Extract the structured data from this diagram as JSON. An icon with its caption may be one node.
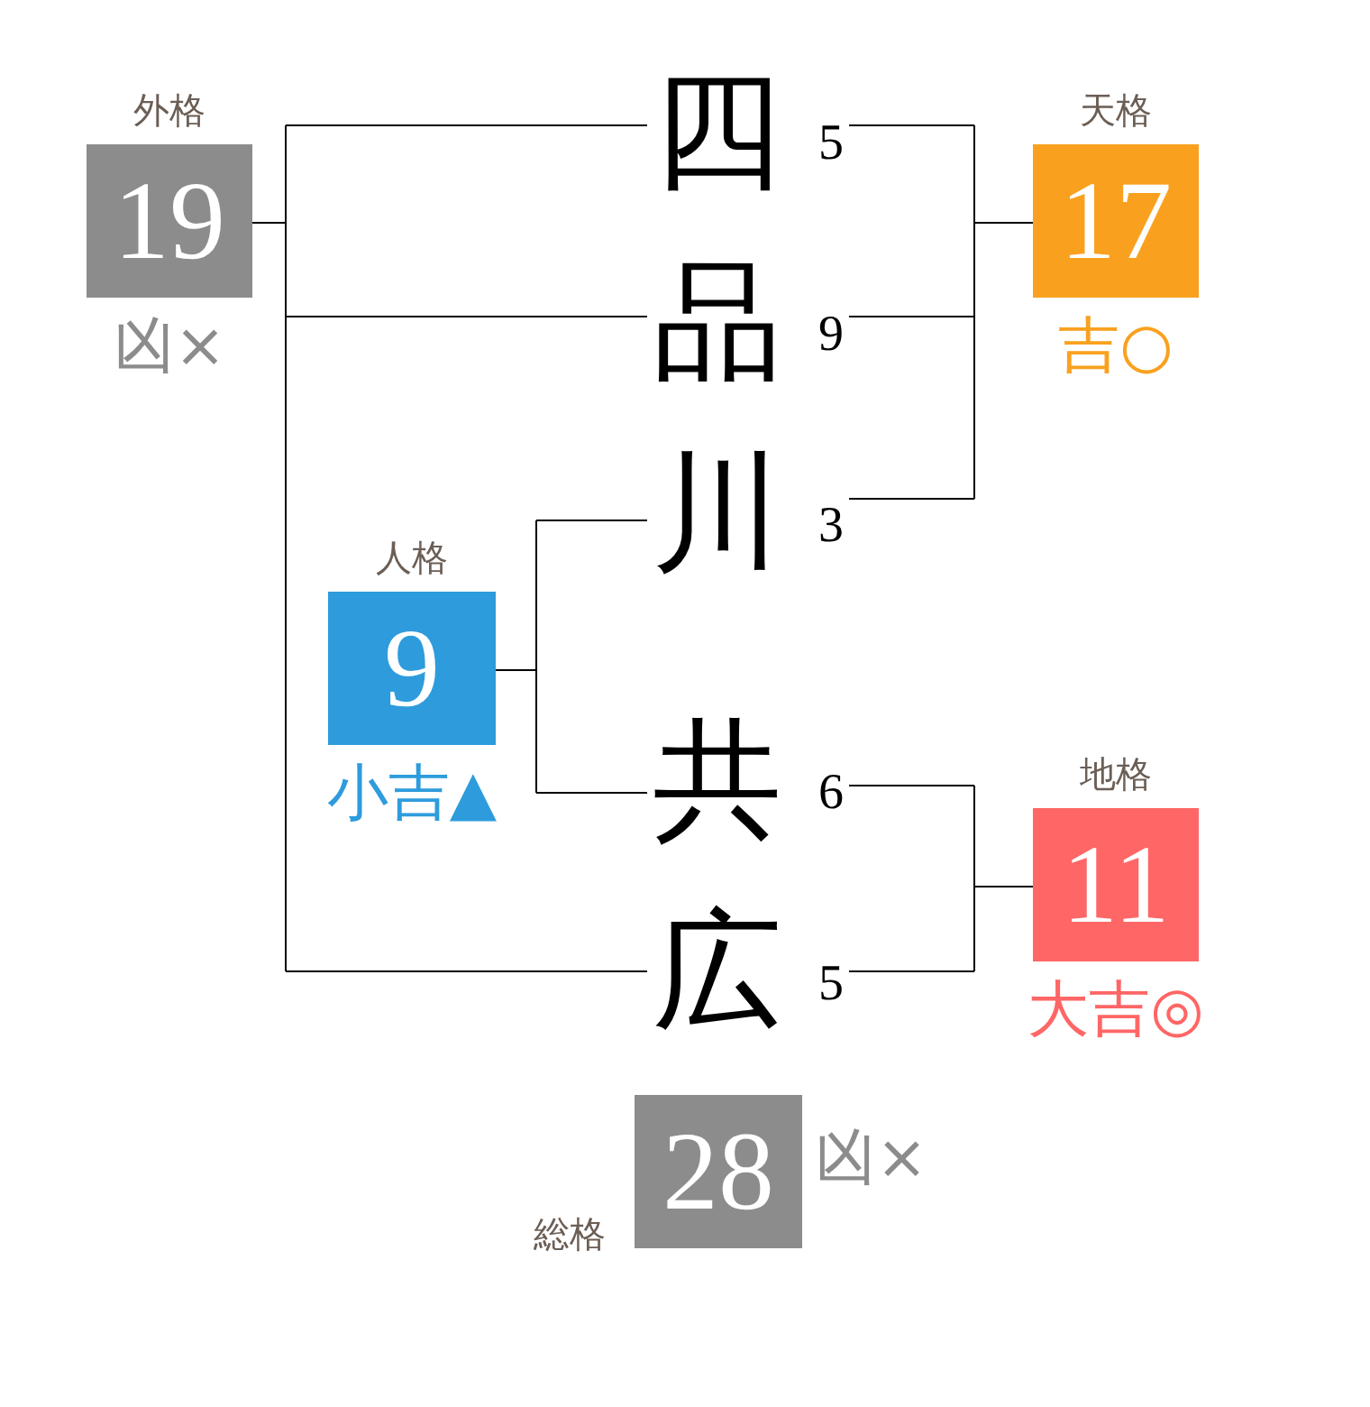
{
  "diagram": {
    "nodes": [
      {
        "text": [
          "外格",
          "19"
        ],
        "beside": [
          "凶×"
        ]
      },
      {
        "text": [
          "四"
        ],
        "beside": [
          "5"
        ]
      },
      {
        "text": [
          "天格",
          "17"
        ],
        "beside": [
          "吉○"
        ]
      },
      {
        "text": [
          "品"
        ],
        "beside": [
          "9"
        ]
      },
      {
        "text": [
          "川"
        ],
        "beside": [
          "3"
        ]
      },
      {
        "text": [
          "人格",
          "9"
        ],
        "beside": [
          "小吉▲"
        ]
      },
      {
        "text": [
          "共"
        ],
        "beside": [
          "6"
        ]
      },
      {
        "text": [
          "地格",
          "11"
        ],
        "beside": [
          "大吉◎"
        ]
      },
      {
        "text": [
          "広"
        ],
        "beside": [
          "5"
        ]
      },
      {
        "text": [
          "総格",
          "28"
        ],
        "beside": [
          "凶×"
        ]
      }
    ],
    "edges": [
      {
        "from": 0,
        "to": 1,
        "arrow": "none"
      },
      {
        "from": 0,
        "to": 3,
        "arrow": "none"
      },
      {
        "from": 0,
        "to": 8,
        "arrow": "none"
      },
      {
        "from": 2,
        "to": 1,
        "arrow": "none"
      },
      {
        "from": 2,
        "to": 3,
        "arrow": "none"
      },
      {
        "from": 2,
        "to": 4,
        "arrow": "none"
      },
      {
        "from": 5,
        "to": 4,
        "arrow": "none"
      },
      {
        "from": 5,
        "to": 6,
        "arrow": "none"
      },
      {
        "from": 7,
        "to": 6,
        "arrow": "none"
      },
      {
        "from": 7,
        "to": 8,
        "arrow": "none"
      }
    ]
  }
}
